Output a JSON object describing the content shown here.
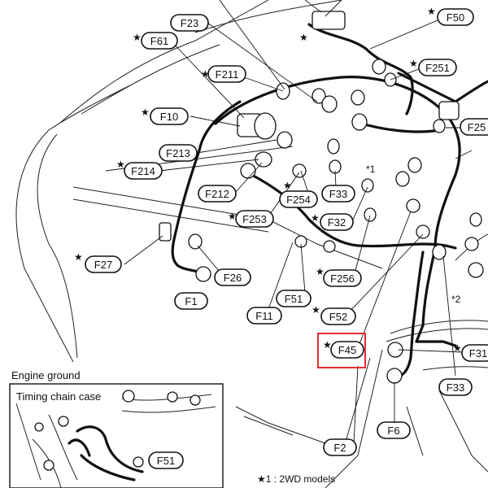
{
  "colors": {
    "ink": "#111111",
    "highlight": "#e03030",
    "background": "#ffffff"
  },
  "labels": {
    "F23": "F23",
    "F50": "F50",
    "F61": "F61",
    "F211": "F211",
    "F251": "F251",
    "F10": "F10",
    "F25": "F25",
    "F213": "F213",
    "F214": "F214",
    "F33a": "F33",
    "F212": "F212",
    "F254": "F254",
    "F253": "F253",
    "F32": "F32",
    "F27": "F27",
    "F26": "F26",
    "F256": "F256",
    "F1": "F1",
    "F51a": "F51",
    "F11": "F11",
    "F52": "F52",
    "F45": "F45",
    "F31": "F31",
    "F33b": "F33",
    "F6": "F6",
    "F2": "F2",
    "F51b": "F51"
  },
  "markers": {
    "star": "★",
    "note1": "*1",
    "note2": "*2"
  },
  "inset": {
    "title": "Engine ground",
    "caption": "Timing chain case"
  },
  "footnote": "★1 : 2WD models",
  "highlighted_label": "F45"
}
